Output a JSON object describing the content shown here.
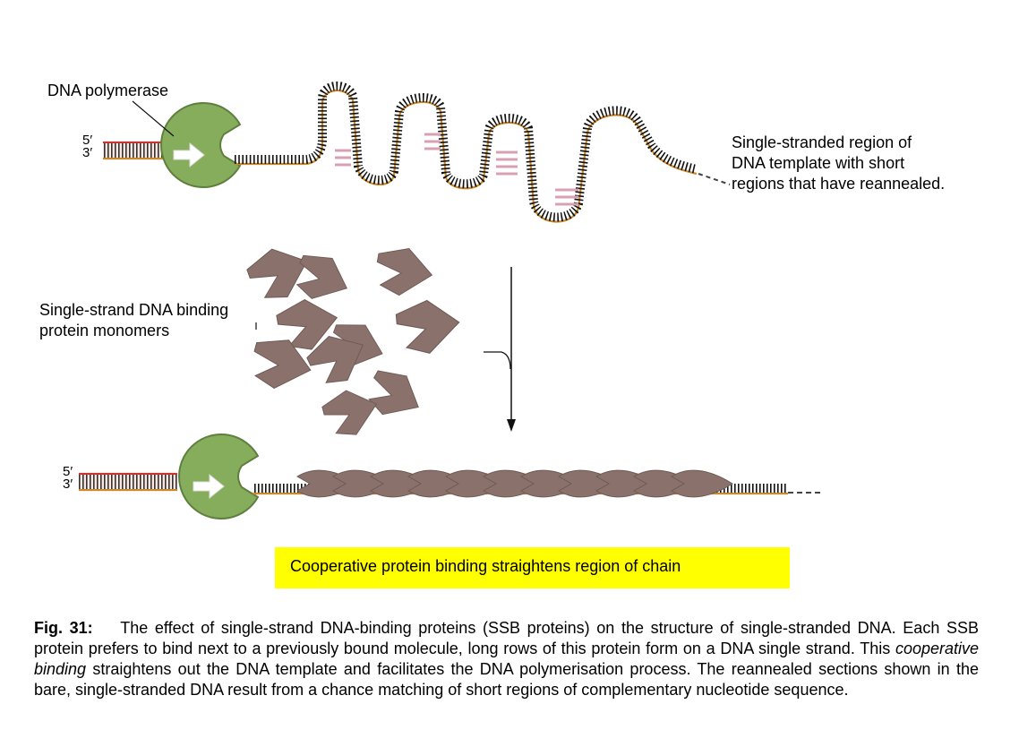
{
  "labels": {
    "polymerase": "DNA polymerase",
    "single_strand_region": "Single-stranded region of DNA template with short regions that have reannealed.",
    "ssb_monomers": "Single-strand DNA binding protein monomers",
    "five_prime": "5′",
    "three_prime": "3′"
  },
  "highlight": {
    "text": "Cooperative protein binding straightens region of chain",
    "color": "#ffff00"
  },
  "caption": {
    "figure_label": "Fig. 31:",
    "text_part1": "The effect of single-strand DNA-binding proteins (SSB proteins) on the structure of single-stranded DNA. Each SSB protein prefers to bind next to a previously bound molecule, long rows of this protein form on a DNA single strand. This ",
    "emphasis": "cooperative binding",
    "text_part2": " straightens out the DNA template and facilitates the DNA polymerisation process. The reannealed sections shown in the bare, single-stranded DNA result from a chance matching of short regions of complementary nucleotide sequence."
  },
  "colors": {
    "polymerase": "#86ad5c",
    "polymerase_edge": "#5f7f3e",
    "ssb_protein": "#8a716c",
    "dna_backbone": "#c98a2a",
    "reannealed_pairs": "#d9a0b4",
    "primer": "#cc3333"
  }
}
